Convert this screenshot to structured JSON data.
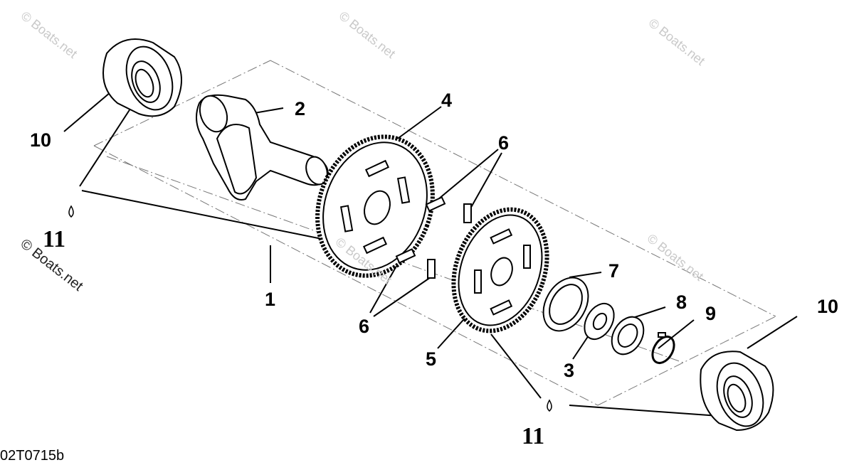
{
  "diagram": {
    "watermark": "© Boats.net",
    "drawing_code": "02T0715b",
    "callouts": [
      {
        "id": "label-1",
        "text": "1"
      },
      {
        "id": "label-2",
        "text": "2"
      },
      {
        "id": "label-3",
        "text": "3"
      },
      {
        "id": "label-4",
        "text": "4"
      },
      {
        "id": "label-5",
        "text": "5"
      },
      {
        "id": "label-6a",
        "text": "6"
      },
      {
        "id": "label-6b",
        "text": "6"
      },
      {
        "id": "label-7",
        "text": "7"
      },
      {
        "id": "label-8",
        "text": "8"
      },
      {
        "id": "label-9",
        "text": "9"
      },
      {
        "id": "label-10a",
        "text": "10"
      },
      {
        "id": "label-10b",
        "text": "10"
      },
      {
        "id": "label-11a",
        "text": "11"
      },
      {
        "id": "label-11b",
        "text": "11"
      }
    ]
  }
}
